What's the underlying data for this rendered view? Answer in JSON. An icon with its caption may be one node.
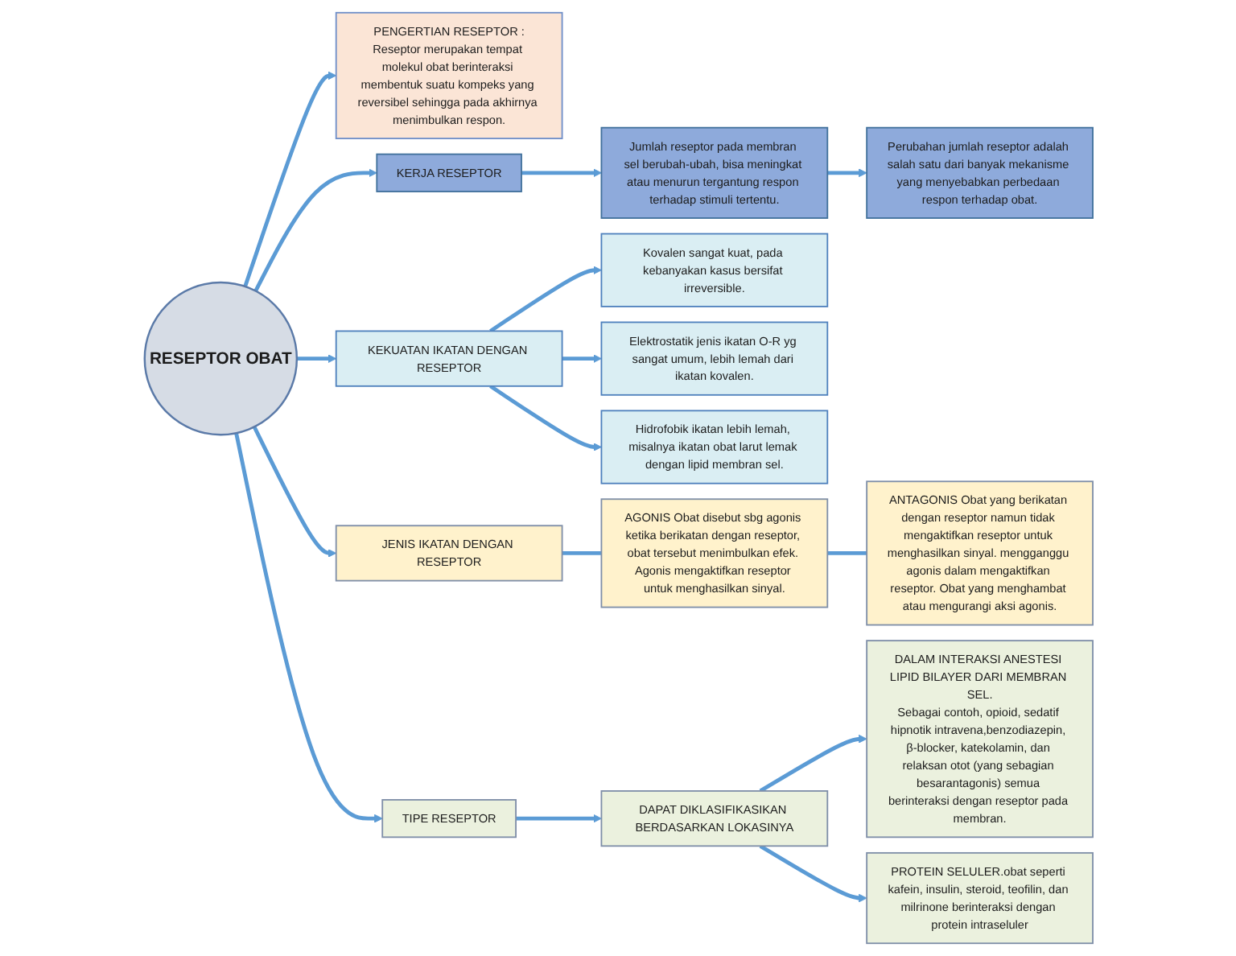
{
  "diagram": {
    "nodes": [
      {
        "text": [
          "Jumlah reseptor pada membran sel berubah-ubah, bisa meningkat atau menurun tergantung respon terhadap stimuli tertentu."
        ]
      },
      {
        "text": [
          "Perubahan jumlah reseptor adalah salah satu dari banyak mekanisme yang menyebabkan perbedaan respon terhadap obat."
        ]
      },
      {
        "text": [
          "PENGERTIAN RESEPTOR :",
          "Reseptor merupakan tempat molekul obat berinteraksi membentuk suatu kompeks yang reversibel sehingga pada akhirnya menimbulkan respon."
        ]
      },
      {
        "text": [
          "Kovalen sangat kuat, pada kebanyakan kasus bersifat irreversible."
        ]
      },
      {
        "text": [
          "KEKUATAN IKATAN DENGAN RESEPTOR"
        ]
      },
      {
        "text": [
          "Elektrostatik jenis ikatan O-R yg sangat umum, lebih lemah dari ikatan kovalen."
        ]
      },
      {
        "text": [
          "Hidrofobik ikatan lebih lemah, misalnya ikatan obat larut lemak dengan lipid membran sel."
        ]
      },
      {
        "text": [
          "KERJA RESEPTOR"
        ]
      },
      {
        "text": [
          "RESEPTOR OBAT"
        ]
      },
      {
        "text": [
          "JENIS IKATAN DENGAN RESEPTOR"
        ]
      },
      {
        "text": [
          "AGONIS Obat disebut sbg agonis ketika berikatan dengan reseptor, obat tersebut menimbulkan efek. Agonis mengaktifkan reseptor untuk menghasilkan sinyal."
        ]
      },
      {
        "text": [
          "TIPE RESEPTOR"
        ]
      },
      {
        "text": [
          "DAPAT DIKLASIFIKASIKAN BERDASARKAN LOKASINYA"
        ]
      },
      {
        "text": [
          "DALAM INTERAKSI ANESTESI LIPID BILAYER DARI MEMBRAN SEL.",
          "Sebagai contoh, opioid, sedatif hipnotik intravena,benzodiazepin, β-blocker, katekolamin, dan relaksan otot (yang sebagian besarantagonis) semua berinteraksi dengan reseptor pada membran."
        ]
      },
      {
        "text": [
          "PROTEIN SELULER.obat seperti kafein, insulin, steroid, teofilin, dan milrinone berinteraksi dengan protein intraseluler"
        ]
      },
      {
        "text": [
          "ANTAGONIS Obat yang berikatan dengan reseptor namun tidak mengaktifkan reseptor untuk menghasilkan sinyal. mengganggu agonis dalam mengaktifkan reseptor. Obat yang menghambat atau mengurangi aksi agonis."
        ]
      }
    ],
    "edges": [
      {
        "from": 8,
        "to": 7,
        "arrow": "to"
      },
      {
        "from": 7,
        "to": 0,
        "arrow": "to"
      },
      {
        "from": 0,
        "to": 1,
        "arrow": "to"
      },
      {
        "from": 8,
        "to": 2,
        "arrow": "to"
      },
      {
        "from": 8,
        "to": 4,
        "arrow": "to"
      },
      {
        "from": 4,
        "to": 3,
        "arrow": "to"
      },
      {
        "from": 4,
        "to": 5,
        "arrow": "to"
      },
      {
        "from": 4,
        "to": 6,
        "arrow": "to"
      },
      {
        "from": 8,
        "to": 9,
        "arrow": "to"
      },
      {
        "from": 9,
        "to": 10,
        "arrow": "none"
      },
      {
        "from": 10,
        "to": 15,
        "arrow": "none"
      },
      {
        "from": 8,
        "to": 11,
        "arrow": "to"
      },
      {
        "from": 11,
        "to": 12,
        "arrow": "to"
      },
      {
        "from": 12,
        "to": 13,
        "arrow": "to"
      },
      {
        "from": 12,
        "to": 14,
        "arrow": "to"
      }
    ]
  }
}
